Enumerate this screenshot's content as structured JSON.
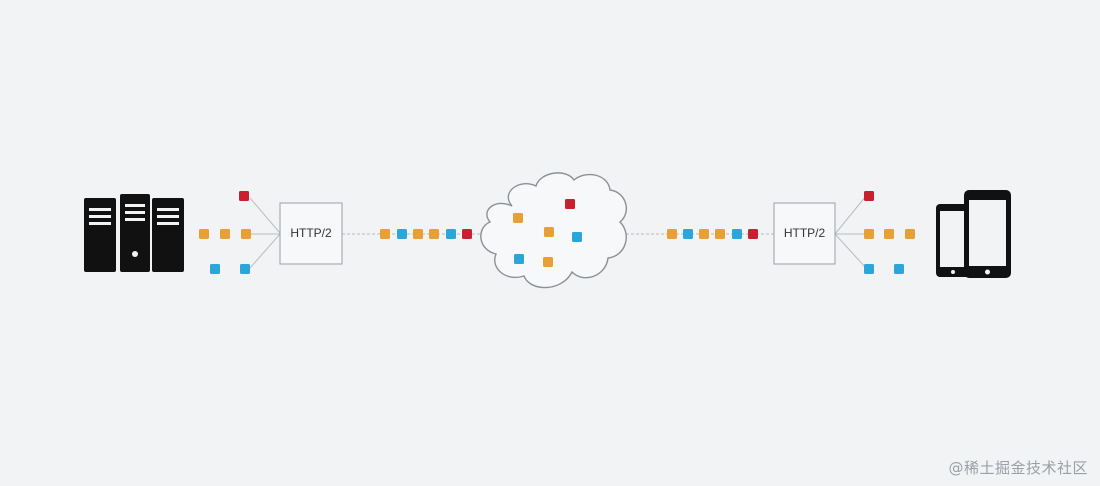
{
  "colors": {
    "background": "#f1f3f5",
    "orange_frame": "#e8a036",
    "blue_frame": "#2aa6d8",
    "red_frame": "#c8202e",
    "device": "#111111",
    "line": "#b8bcc0"
  },
  "left_endpoint": {
    "icon": "server-rack-icon"
  },
  "right_endpoint": {
    "icon": "mobile-phones-icon"
  },
  "cloud": {
    "icon": "cloud-icon"
  },
  "left_multiplexer": {
    "label": "HTTP/2"
  },
  "right_multiplexer": {
    "label": "HTTP/2"
  },
  "streams": {
    "left_incoming": [
      "red",
      "orange",
      "orange",
      "orange",
      "blue",
      "blue"
    ],
    "left_wire": [
      "orange",
      "blue",
      "orange",
      "orange",
      "blue",
      "red"
    ],
    "cloud_contents": [
      "red",
      "orange",
      "orange",
      "blue",
      "blue",
      "orange"
    ],
    "right_wire": [
      "orange",
      "blue",
      "orange",
      "orange",
      "blue",
      "red"
    ],
    "right_outgoing": [
      "red",
      "orange",
      "orange",
      "orange",
      "blue",
      "blue"
    ]
  },
  "watermark": "@稀土掘金技术社区"
}
